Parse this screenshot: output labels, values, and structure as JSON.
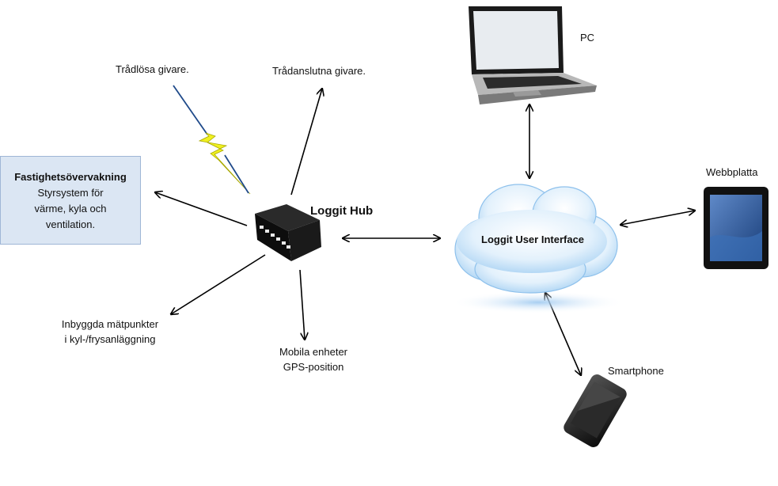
{
  "labels": {
    "wireless_sensors": "Trådlösa givare.",
    "wired_sensors": "Trådanslutna givare.",
    "hub": "Loggit Hub",
    "ui": "Loggit User Interface",
    "pc": "PC",
    "tablet": "Webbplatta",
    "smartphone": "Smartphone",
    "mobile_units_1": "Mobila enheter",
    "mobile_units_2": "GPS-position",
    "builtin_1": "Inbyggda mätpunkter",
    "builtin_2": "i kyl-/frysanläggning"
  },
  "building_box": {
    "title": "Fastighetsövervakning",
    "line1": "Styrsystem för",
    "line2": "värme, kyla och",
    "line3": "ventilation."
  },
  "colors": {
    "cloud": "#cfe6fa",
    "box_fill": "#dbe6f3",
    "lightning": "#f0f020"
  }
}
